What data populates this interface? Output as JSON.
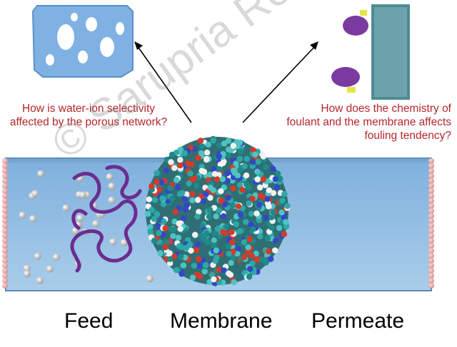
{
  "questions": {
    "left": "How is water-ion selectivity affected by the porous network?",
    "right": "How does the chemistry of foulant and the membrane affects fouling tendency?"
  },
  "labels": {
    "feed": "Feed",
    "membrane": "Membrane",
    "permeate": "Permeate"
  },
  "watermark": "© Sarupria Research Group",
  "colors": {
    "question_text": "#b3262c",
    "water_box": "#9cc6e8",
    "protein": "#6b2d8f",
    "ions": "#c8c8c8",
    "walls": "#e8a0a0"
  }
}
